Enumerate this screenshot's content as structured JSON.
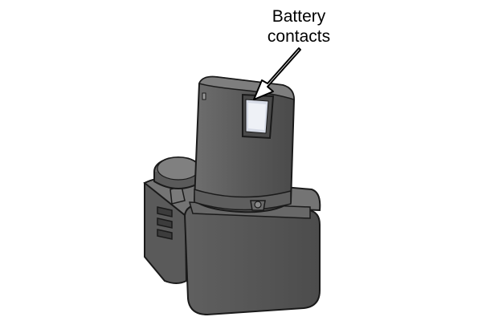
{
  "diagram": {
    "subject": "cordless drill battery pack",
    "callout": {
      "line1": "Battery",
      "line2": "contacts",
      "points_to": "battery-contacts"
    }
  },
  "colors": {
    "body_dark": "#505050",
    "body_mid": "#6a6a6a",
    "body_light": "#7c7c7c",
    "contacts": "#d6dbe6",
    "outline": "#1a1a1a",
    "arrow": "#ffffff"
  }
}
